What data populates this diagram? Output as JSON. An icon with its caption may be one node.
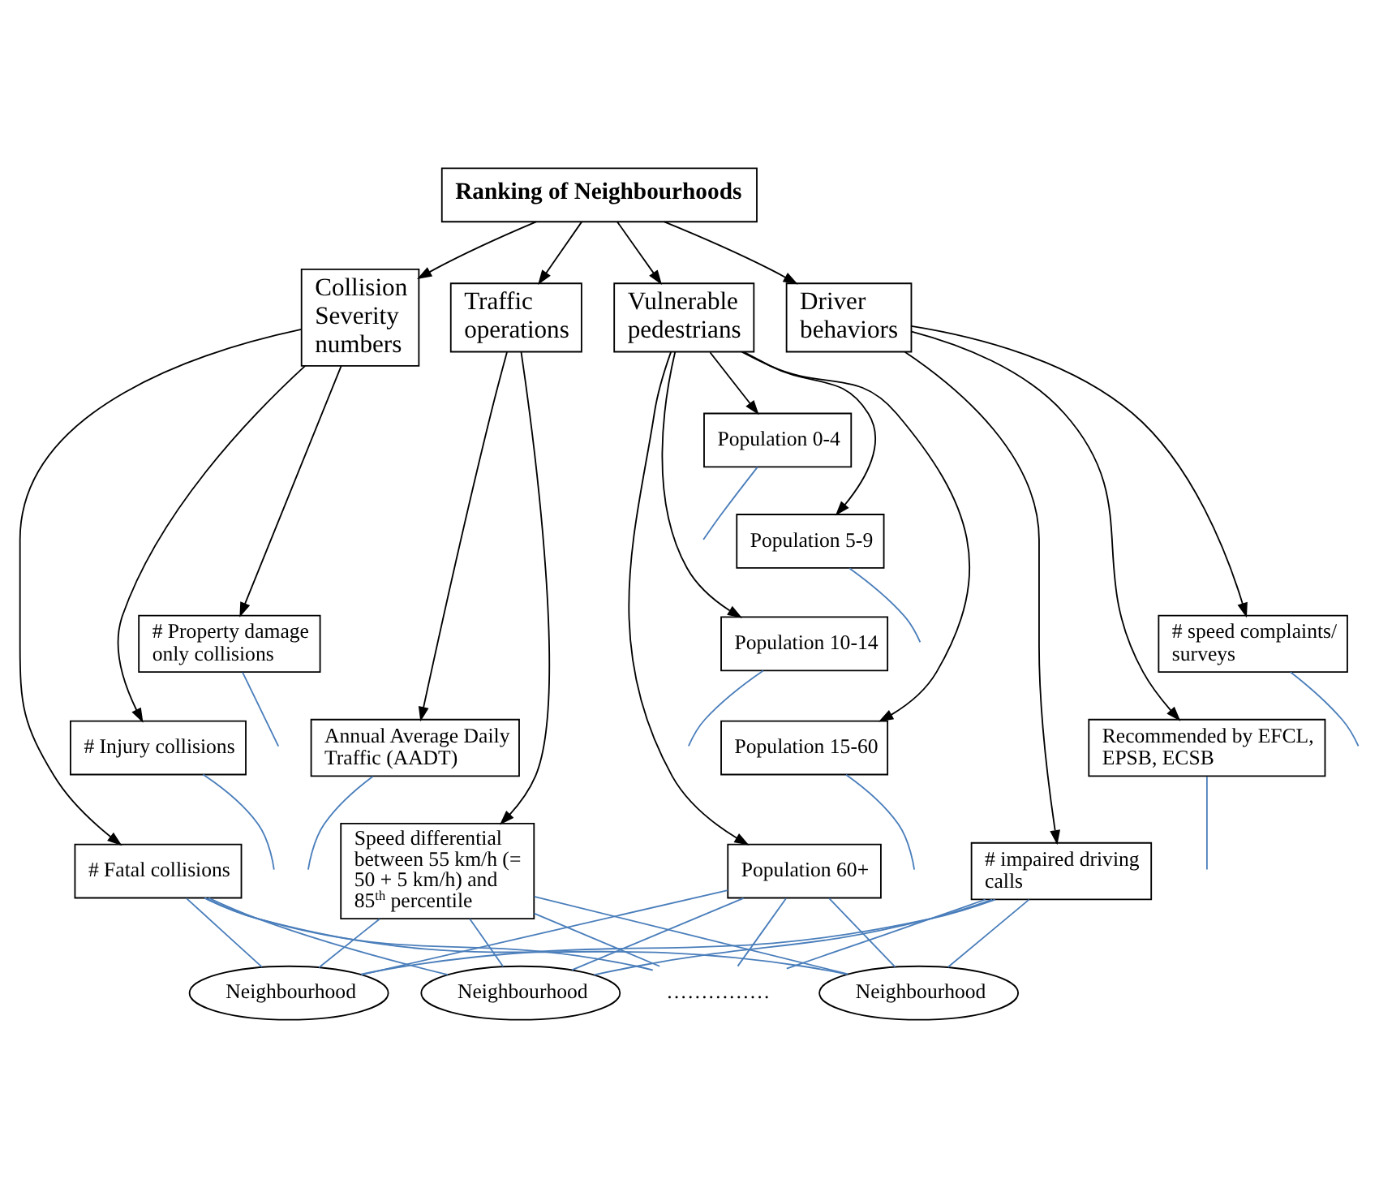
{
  "diagram": {
    "nodes": [
      {
        "text": [
          "Ranking of Neighbourhoods"
        ]
      },
      {
        "text": [
          "Collision Severity numbers"
        ]
      },
      {
        "text": [
          "Traffic operations"
        ]
      },
      {
        "text": [
          "Vulnerable pedestrians"
        ]
      },
      {
        "text": [
          "Driver behaviors"
        ]
      },
      {
        "text": [
          "# Property damage only collisions"
        ]
      },
      {
        "text": [
          "# Injury collisions"
        ]
      },
      {
        "text": [
          "# Fatal collisions"
        ]
      },
      {
        "text": [
          "Annual Average Daily Traffic (AADT)"
        ]
      },
      {
        "text": [
          "Speed differential between 55 km/h (= 50 + 5 km/h) and 85$^{th}$ percentile"
        ]
      },
      {
        "text": [
          "Population 0-4"
        ]
      },
      {
        "text": [
          "Population 5-9"
        ]
      },
      {
        "text": [
          "Population 10-14"
        ]
      },
      {
        "text": [
          "Population 15-60"
        ]
      },
      {
        "text": [
          "Population 60+"
        ]
      },
      {
        "text": [
          "# speed complaints/ surveys"
        ]
      },
      {
        "text": [
          "Recommended by EFCL, EPSB, ECSB"
        ]
      },
      {
        "text": [
          "# impaired driving calls"
        ]
      },
      {
        "text": [
          "Neighbourhood"
        ]
      },
      {
        "text": [
          "Neighbourhood"
        ]
      },
      {
        "text": [
          "……………"
        ]
      },
      {
        "text": [
          "Neighbourhood"
        ]
      }
    ],
    "edges": [
      {
        "from": 0,
        "to": 1,
        "arrow": "to",
        "color": "#000000"
      },
      {
        "from": 0,
        "to": 2,
        "arrow": "to",
        "color": "#000000"
      },
      {
        "from": 0,
        "to": 3,
        "arrow": "to",
        "color": "#000000"
      },
      {
        "from": 0,
        "to": 4,
        "arrow": "to",
        "color": "#000000"
      },
      {
        "from": 1,
        "to": 5,
        "arrow": "to",
        "color": "#000000"
      },
      {
        "from": 1,
        "to": 6,
        "arrow": "to",
        "color": "#000000"
      },
      {
        "from": 1,
        "to": 7,
        "arrow": "to",
        "color": "#000000"
      },
      {
        "from": 2,
        "to": 8,
        "arrow": "to",
        "color": "#000000"
      },
      {
        "from": 2,
        "to": 9,
        "arrow": "to",
        "color": "#000000"
      },
      {
        "from": 3,
        "to": 10,
        "arrow": "to",
        "color": "#000000"
      },
      {
        "from": 3,
        "to": 11,
        "arrow": "to",
        "color": "#000000"
      },
      {
        "from": 3,
        "to": 12,
        "arrow": "to",
        "color": "#000000"
      },
      {
        "from": 3,
        "to": 13,
        "arrow": "to",
        "color": "#000000"
      },
      {
        "from": 3,
        "to": 14,
        "arrow": "to",
        "color": "#000000"
      },
      {
        "from": 4,
        "to": 15,
        "arrow": "to",
        "color": "#000000"
      },
      {
        "from": 4,
        "to": 16,
        "arrow": "to",
        "color": "#000000"
      },
      {
        "from": 4,
        "to": 17,
        "arrow": "to",
        "color": "#000000"
      },
      {
        "from": 5,
        "to": null,
        "arrow": "none",
        "color": "#4a7ebb"
      },
      {
        "from": 6,
        "to": null,
        "arrow": "none",
        "color": "#4a7ebb"
      },
      {
        "from": 8,
        "to": null,
        "arrow": "none",
        "color": "#4a7ebb"
      },
      {
        "from": 10,
        "to": null,
        "arrow": "none",
        "color": "#4a7ebb"
      },
      {
        "from": 11,
        "to": null,
        "arrow": "none",
        "color": "#4a7ebb"
      },
      {
        "from": 12,
        "to": null,
        "arrow": "none",
        "color": "#4a7ebb"
      },
      {
        "from": 13,
        "to": null,
        "arrow": "none",
        "color": "#4a7ebb"
      },
      {
        "from": 15,
        "to": null,
        "arrow": "none",
        "color": "#4a7ebb"
      },
      {
        "from": 16,
        "to": null,
        "arrow": "none",
        "color": "#4a7ebb"
      },
      {
        "from": 7,
        "to": 18,
        "arrow": "none",
        "color": "#4a7ebb"
      },
      {
        "from": 7,
        "to": 19,
        "arrow": "none",
        "color": "#4a7ebb"
      },
      {
        "from": 7,
        "to": 20,
        "arrow": "none",
        "color": "#4a7ebb"
      },
      {
        "from": 7,
        "to": 21,
        "arrow": "none",
        "color": "#4a7ebb"
      },
      {
        "from": 9,
        "to": 18,
        "arrow": "none",
        "color": "#4a7ebb"
      },
      {
        "from": 9,
        "to": 19,
        "arrow": "none",
        "color": "#4a7ebb"
      },
      {
        "from": 9,
        "to": 20,
        "arrow": "none",
        "color": "#4a7ebb"
      },
      {
        "from": 9,
        "to": 21,
        "arrow": "none",
        "color": "#4a7ebb"
      },
      {
        "from": 14,
        "to": 18,
        "arrow": "none",
        "color": "#4a7ebb"
      },
      {
        "from": 14,
        "to": 19,
        "arrow": "none",
        "color": "#4a7ebb"
      },
      {
        "from": 14,
        "to": 20,
        "arrow": "none",
        "color": "#4a7ebb"
      },
      {
        "from": 14,
        "to": 21,
        "arrow": "none",
        "color": "#4a7ebb"
      },
      {
        "from": 17,
        "to": 18,
        "arrow": "none",
        "color": "#4a7ebb"
      },
      {
        "from": 17,
        "to": 19,
        "arrow": "none",
        "color": "#4a7ebb"
      },
      {
        "from": 17,
        "to": 20,
        "arrow": "none",
        "color": "#4a7ebb"
      },
      {
        "from": 17,
        "to": 21,
        "arrow": "none",
        "color": "#4a7ebb"
      }
    ]
  }
}
